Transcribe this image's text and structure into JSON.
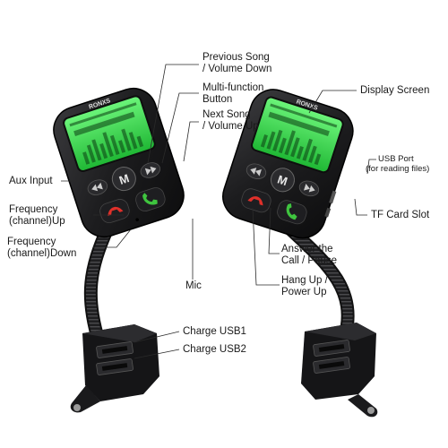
{
  "brand": "RONXS",
  "colors": {
    "device_body": "#1c1c1e",
    "screen_backlight": "#35e04a",
    "hangup_red": "#e0302a",
    "answer_green": "#3fc43f",
    "label_text": "#1a1a1a",
    "leader_line": "#2a2a2a"
  },
  "icons": {
    "prev_button": "previous-track-icon",
    "next_button": "next-track-icon",
    "center_button": "m-letter-icon",
    "hangup_button": "phone-hangup-icon",
    "answer_button": "phone-answer-icon",
    "usb_port": "usb-port-icon"
  },
  "button_text": {
    "center": "M"
  },
  "labels": {
    "previous_song_l1": "Previous Song",
    "previous_song_l2": "/ Volume Down",
    "multi_function_l1": "Multi-function",
    "multi_function_l2": "Button",
    "next_song_l1": "Next Song",
    "next_song_l2": "/ Volume Up",
    "display_screen": "Display Screen",
    "aux_input": "Aux Input",
    "frequency_up_l1": "Frequency",
    "frequency_up_l2": "(channel)Up",
    "frequency_down_l1": "Frequency",
    "frequency_down_l2": "(channel)Down",
    "usb_port_l1": "USB Port",
    "usb_port_l2": "(for reading files)",
    "tf_card_slot": "TF Card Slot",
    "answer_call_l1": "Answer the",
    "answer_call_l2": "Call / Pause",
    "hang_up_l1": "Hang Up /",
    "hang_up_l2": "Power Up",
    "mic": "Mic",
    "charge_usb1": "Charge USB1",
    "charge_usb2": "Charge USB2"
  }
}
